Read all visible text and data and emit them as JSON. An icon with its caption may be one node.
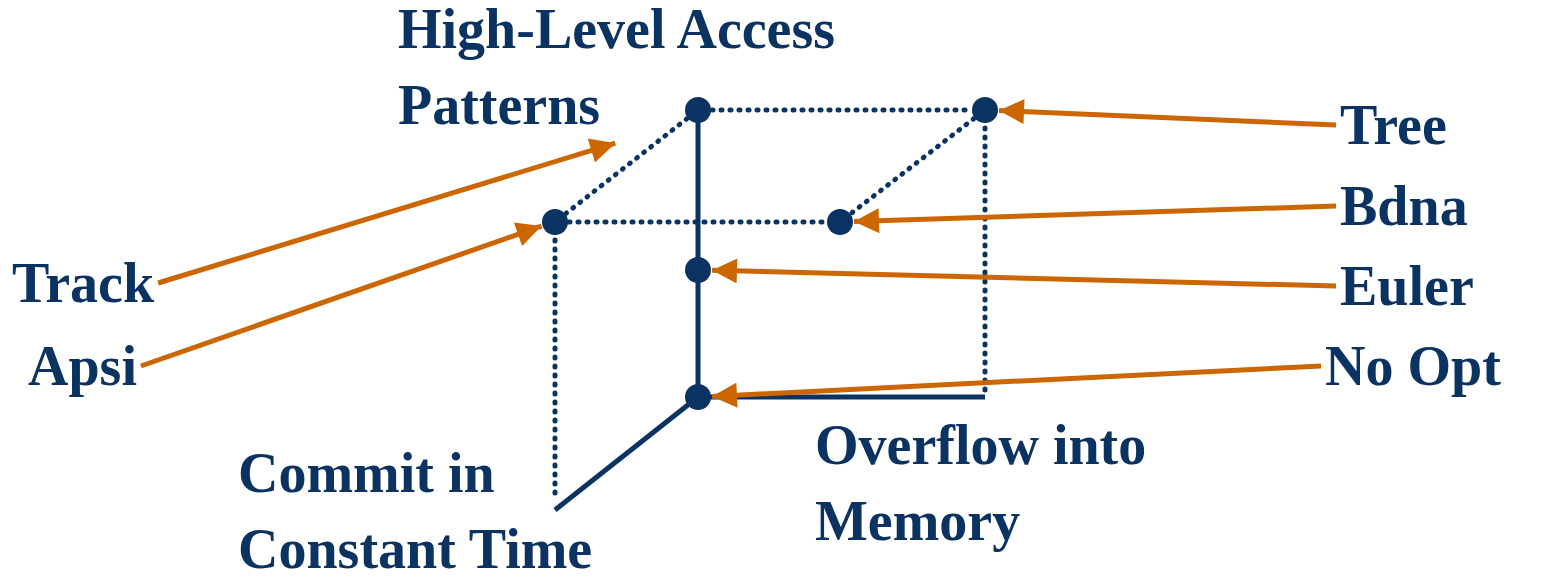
{
  "diagram": {
    "nodes": [
      {
        "text": [
          "High-Level Access Patterns"
        ]
      },
      {
        "text": [],
        "shape": "circle"
      },
      {
        "text": [],
        "shape": "circle"
      },
      {
        "text": [
          "Tree"
        ]
      },
      {
        "text": [],
        "shape": "circle"
      },
      {
        "text": [],
        "shape": "circle"
      },
      {
        "text": [
          "Bdna"
        ]
      },
      {
        "text": [
          "Track"
        ]
      },
      {
        "text": [],
        "shape": "circle"
      },
      {
        "text": [
          "Euler"
        ]
      },
      {
        "text": [
          "Apsi"
        ]
      },
      {
        "text": [],
        "shape": "circle"
      },
      {
        "text": [
          "No Opt"
        ]
      }
    ],
    "edges": [
      {
        "from": 3,
        "to": 2,
        "arrow": "to"
      },
      {
        "from": 6,
        "to": 5,
        "arrow": "to"
      },
      {
        "from": 9,
        "to": 8,
        "arrow": "to"
      },
      {
        "from": 12,
        "to": 11,
        "arrow": "to"
      },
      {
        "from": 7,
        "to": 0,
        "arrow": "to"
      },
      {
        "from": 10,
        "to": 4,
        "arrow": "to"
      },
      {
        "from": 1,
        "to": 2,
        "arrow": "none",
        "style": "dashed",
        "color": "#0b3361"
      },
      {
        "from": 1,
        "to": 4,
        "arrow": "none",
        "style": "dashed",
        "color": "#0b3361"
      },
      {
        "from": 2,
        "to": 5,
        "arrow": "none",
        "style": "dashed",
        "color": "#0b3361"
      },
      {
        "from": 4,
        "to": 5,
        "arrow": "none",
        "style": "dashed",
        "color": "#0b3361"
      }
    ],
    "labels": [
      "Overflow into Memory",
      "Commit in Constant Time"
    ]
  }
}
